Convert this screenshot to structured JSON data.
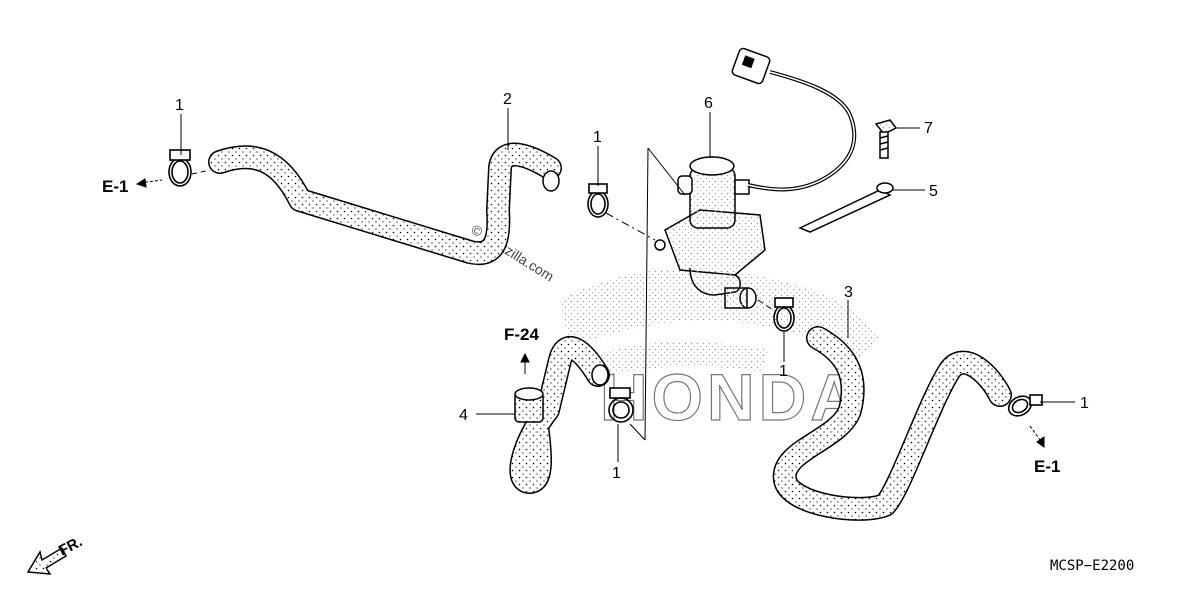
{
  "diagram": {
    "code": "MCSP−E2200",
    "watermark": "© Partzilla.com",
    "brand_mark": "HONDA",
    "direction_label": "FR.",
    "refs": {
      "e1_left": "E-1",
      "e1_right": "E-1",
      "f24": "F-24"
    },
    "callouts": {
      "c1": "1",
      "c2": "1",
      "c3": "1",
      "c4": "1",
      "c5": "1",
      "c2b": "2",
      "c3b": "3",
      "c4b": "4",
      "c5b": "5",
      "c6": "6",
      "c7": "7"
    }
  }
}
